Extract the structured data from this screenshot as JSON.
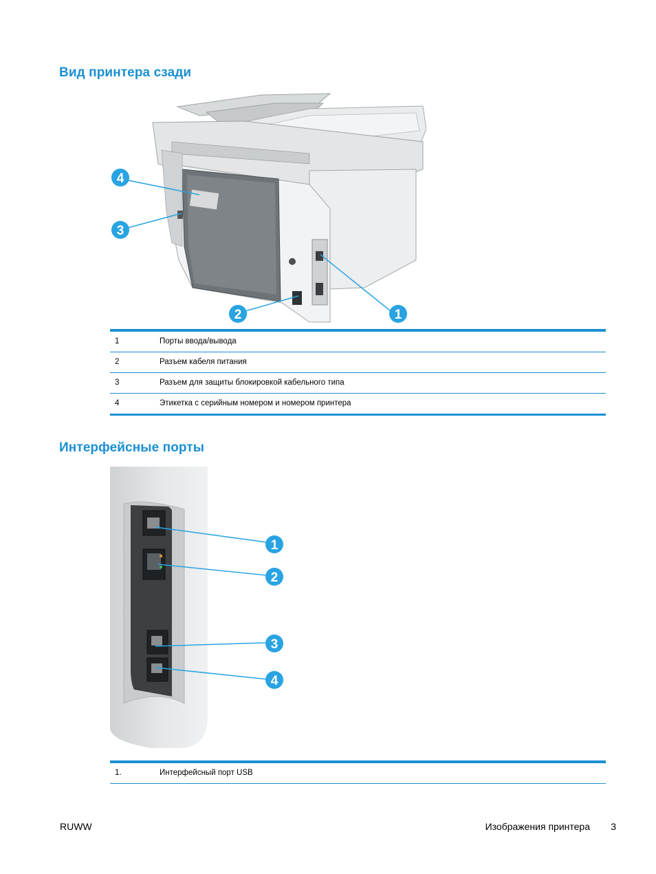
{
  "rear_view": {
    "title": "Вид принтера сзади",
    "callouts": [
      "1",
      "2",
      "3",
      "4"
    ],
    "rows": [
      {
        "num": "1",
        "text": "Порты ввода/вывода"
      },
      {
        "num": "2",
        "text": "Разъем кабеля питания"
      },
      {
        "num": "3",
        "text": "Разъем для защиты блокировкой кабельного типа"
      },
      {
        "num": "4",
        "text": "Этикетка с серийным номером и номером принтера"
      }
    ]
  },
  "interface_ports": {
    "title": "Интерфейсные порты",
    "callouts": [
      "1",
      "2",
      "3",
      "4"
    ],
    "rows": [
      {
        "num": "1.",
        "text": "Интерфейсный порт USB"
      }
    ]
  },
  "footer": {
    "left": "RUWW",
    "section": "Изображения принтера",
    "page": "3"
  },
  "colors": {
    "accent": "#1a8fd3",
    "callout": "#29a3e2"
  }
}
